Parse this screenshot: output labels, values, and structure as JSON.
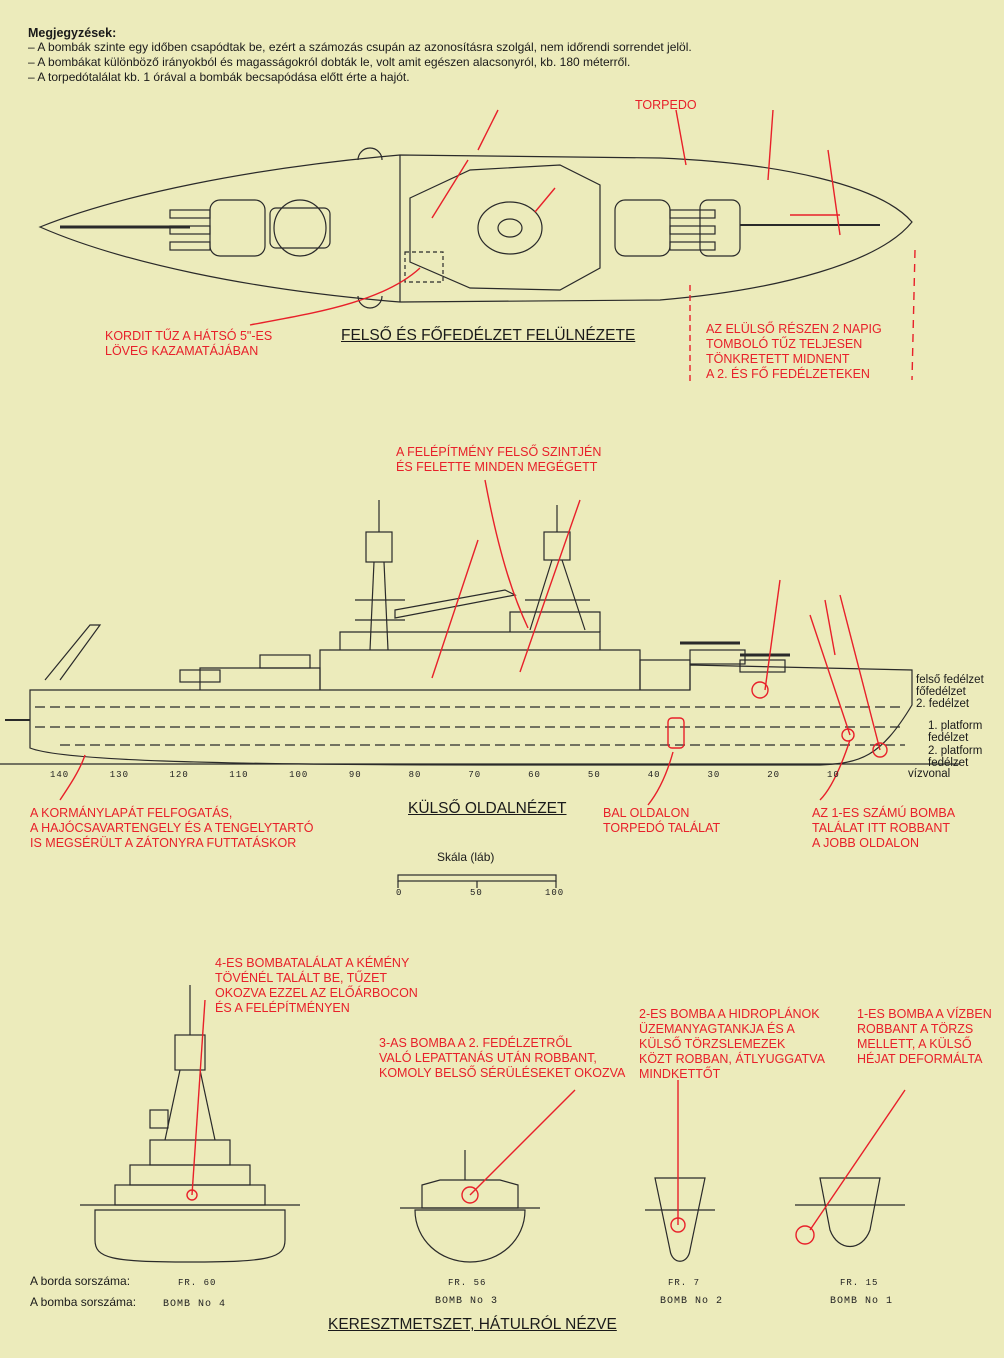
{
  "notes": {
    "heading": "Megjegyzések:",
    "lines": [
      "– A bombák szinte egy időben csapódtak be, ezért a számozás csupán az azonosításra szolgál, nem időrendi sorrendet jelöl.",
      "– A bombákat különböző irányokból és magasságokról dobták le, volt amit egészen alacsonyról, kb. 180 méterről.",
      "– A torpedótalálat kb. 1 órával a bombák becsapódása előtt érte a hajót."
    ]
  },
  "top_view": {
    "title": "FELSŐ ÉS FŐFEDÉLZET FELÜLNÉZETE",
    "torpedo_label": "TORPEDO",
    "kordit_label": [
      "KORDIT TŰZ A HÁTSÓ 5\"-ES",
      "LÖVEG KAZAMATÁJÁBAN"
    ],
    "fire_label": [
      "AZ ELÜLSŐ RÉSZEN 2 NAPIG",
      "TOMBOLÓ TŰZ TELJESEN",
      "TÖNKRETETT MIDNENT",
      "A 2. ÉS FŐ FEDÉLZETEKEN"
    ]
  },
  "side_view": {
    "title": "KÜLSŐ OLDALNÉZET",
    "superstructure_label": [
      "A FELÉPÍTMÉNY FELSŐ SZINTJÉN",
      "ÉS FELETTE MINDEN MEGÉGETT"
    ],
    "rudder_label": [
      "A KORMÁNYLAPÁT FELFOGATÁS,",
      "A HAJÓCSAVARTENGELY ÉS A TENGELYTARTÓ",
      "IS MEGSÉRÜLT A ZÁTONYRA FUTTATÁSKOR"
    ],
    "torpedo_hit_label": [
      "BAL OLDALON",
      "TORPEDÓ TALÁLAT"
    ],
    "bomb1_label": [
      "AZ 1-ES SZÁMÚ BOMBA",
      "TALÁLAT ITT ROBBANT",
      "A JOBB OLDALON"
    ],
    "deck_labels": [
      "felső fedélzet",
      "főfedélzet",
      "2. fedélzet",
      "1. platform",
      "fedélzet",
      "2. platform",
      "fedélzet",
      "vízvonal"
    ],
    "frame_numbers": [
      "140",
      "130",
      "120",
      "110",
      "100",
      "90",
      "80",
      "70",
      "60",
      "50",
      "40",
      "30",
      "20",
      "10"
    ],
    "scale": {
      "label": "Skála (láb)",
      "ticks": [
        "0",
        "50",
        "100"
      ]
    }
  },
  "cross_sections": {
    "title": "KERESZTMETSZET, HÁTULRÓL NÉZVE",
    "frame_row_label": "A borda sorszáma:",
    "bomb_row_label": "A bomba sorszáma:",
    "frames": [
      "FR. 60",
      "FR. 56",
      "FR. 7",
      "FR. 15"
    ],
    "bombs": [
      "BOMB No 4",
      "BOMB No 3",
      "BOMB No 2",
      "BOMB No 1"
    ],
    "bomb4_label": [
      "4-ES BOMBATALÁLAT A KÉMÉNY",
      "TÖVÉNÉL TALÁLT BE, TŰZET",
      "OKOZVA EZZEL AZ ELŐÁRBOCON",
      "ÉS A FELÉPÍTMÉNYEN"
    ],
    "bomb3_label": [
      "3-AS BOMBA A 2. FEDÉLZETRŐL",
      "VALÓ LEPATTANÁS UTÁN ROBBANT,",
      "KOMOLY BELSŐ SÉRÜLÉSEKET OKOZVA"
    ],
    "bomb2_label": [
      "2-ES BOMBA A HIDROPLÁNOK",
      "ÜZEMANYAGTANKJA ÉS A",
      "KÜLSŐ TÖRZSLEMEZEK",
      "KÖZT ROBBAN, ÁTLYUGGATVA",
      "MINDKETTŐT"
    ],
    "bomb1_label": [
      "1-ES BOMBA A VÍZBEN",
      "ROBBANT A TÖRZS",
      "MELLETT, A KÜLSŐ",
      "HÉJAT DEFORMÁLTA"
    ]
  },
  "colors": {
    "background": "#ecebbb",
    "ink": "#1a1a1a",
    "annotation": "#e8202a"
  }
}
